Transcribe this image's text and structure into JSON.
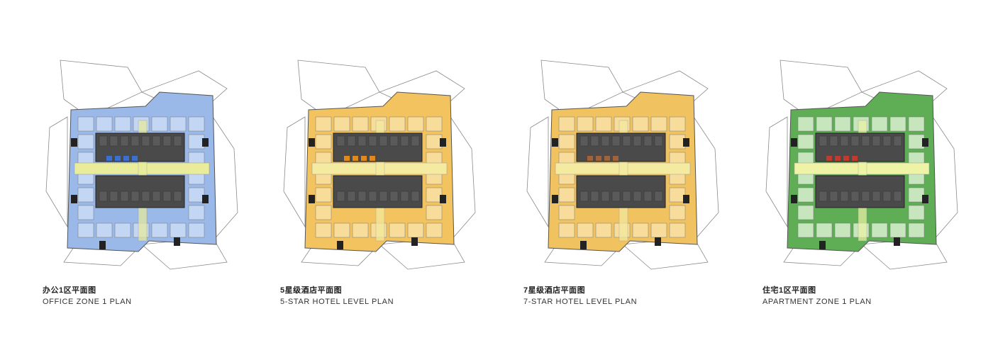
{
  "plans": [
    {
      "key": "office",
      "title_cn": "办公1区平面图",
      "title_en": "OFFICE ZONE 1 PLAN",
      "colors": {
        "fill": "#9ab8e8",
        "fill_light": "#c3d6f3",
        "accent": "#3b6fd0",
        "corridor": "#e9ec9a"
      }
    },
    {
      "key": "hotel5",
      "title_cn": "5星级酒店平面图",
      "title_en": "5-STAR HOTEL LEVEL PLAN",
      "colors": {
        "fill": "#f2c35e",
        "fill_light": "#f8dd9a",
        "accent": "#e08a1e",
        "corridor": "#f4eba0"
      }
    },
    {
      "key": "hotel7",
      "title_cn": "7星级酒店平面图",
      "title_en": "7-STAR HOTEL LEVEL PLAN",
      "colors": {
        "fill": "#f0c360",
        "fill_light": "#f7dc9c",
        "accent": "#a0623a",
        "corridor": "#f4eba0"
      }
    },
    {
      "key": "apartment",
      "title_cn": "住宅1区平面图",
      "title_en": "APARTMENT ZONE 1 PLAN",
      "colors": {
        "fill": "#5fae56",
        "fill_light": "#c7e6bd",
        "accent": "#c03a2e",
        "corridor": "#eef3a6"
      }
    }
  ],
  "core_color": "#4a4a4a",
  "outline_color": "#8a8a8a"
}
